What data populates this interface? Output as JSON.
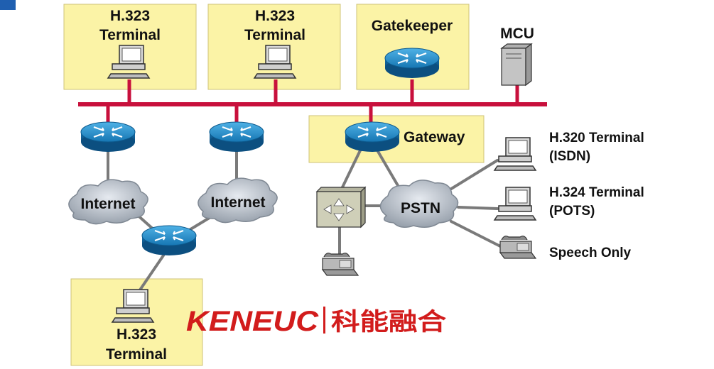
{
  "labels": {
    "terminal_h323": "H.323",
    "terminal_word": "Terminal",
    "gatekeeper": "Gatekeeper",
    "mcu": "MCU",
    "gateway": "Gateway",
    "internet": "Internet",
    "pstn": "PSTN",
    "h320_line1": "H.320 Terminal",
    "h320_line2": "(ISDN)",
    "h324_line1": "H.324 Terminal",
    "h324_line2": "(POTS)",
    "speech_only": "Speech Only"
  },
  "watermark": {
    "brand_latin": "KENEUC",
    "brand_chinese": "科能融合"
  },
  "colors": {
    "zone_fill": "#fbf3a6",
    "bus": "#c8103c",
    "router": "#1f84be",
    "brand": "#d21c1c"
  }
}
